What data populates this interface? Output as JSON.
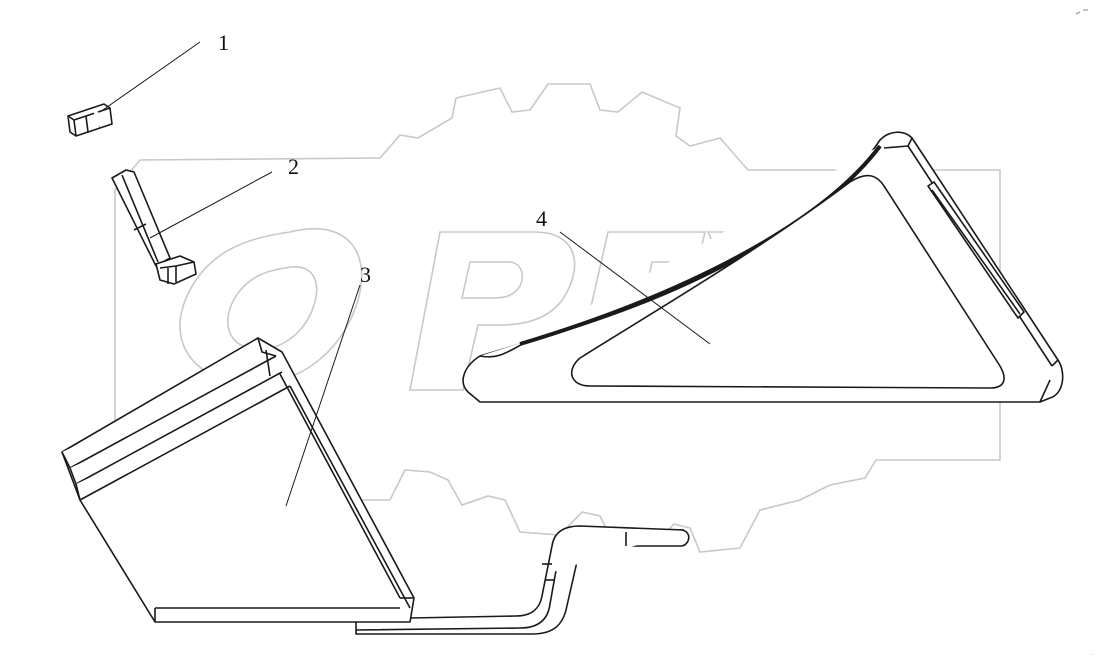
{
  "diagram": {
    "watermark": {
      "text": "OPEX"
    },
    "callouts": [
      {
        "number": "1"
      },
      {
        "number": "2"
      },
      {
        "number": "3"
      },
      {
        "number": "4"
      }
    ],
    "colors": {
      "line": "#1a1a1a",
      "watermark": "#c8c8c8",
      "background": "#ffffff"
    }
  }
}
